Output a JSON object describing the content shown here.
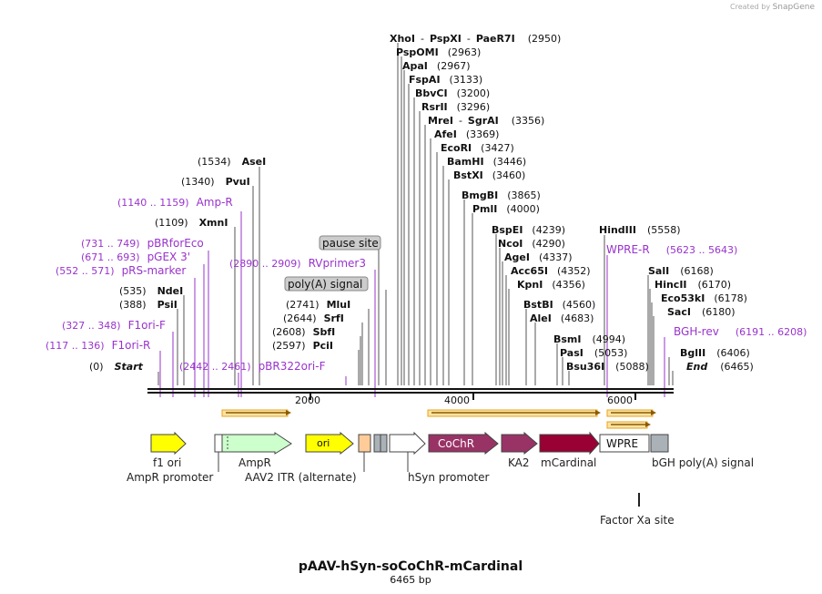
{
  "header": {
    "created_by": "Created by",
    "brand": "SnapGene"
  },
  "title": "pAAV-hSyn-soCoChR-mCardinal",
  "subtitle": "6465 bp",
  "ruler_ticks": [
    "2000",
    "4000",
    "6000"
  ],
  "colors": {
    "primer": "#9933cc",
    "feature_label": "#222222",
    "backbone": "#111111",
    "primer_arrow": "#e8a317"
  },
  "sites": [
    {
      "pos": "(2950)",
      "parts": [
        "XhoI",
        "-",
        "PspXI",
        "-",
        "PaeR7I"
      ]
    },
    {
      "pos": "(2963)",
      "parts": [
        "PspOMI"
      ]
    },
    {
      "pos": "(2967)",
      "parts": [
        "ApaI"
      ]
    },
    {
      "pos": "(3133)",
      "parts": [
        "FspAI"
      ]
    },
    {
      "pos": "(3200)",
      "parts": [
        "BbvCI"
      ]
    },
    {
      "pos": "(3296)",
      "parts": [
        "RsrII"
      ]
    },
    {
      "pos": "(3356)",
      "parts": [
        "MreI",
        "-",
        "SgrAI"
      ]
    },
    {
      "pos": "(3369)",
      "parts": [
        "AfeI"
      ]
    },
    {
      "pos": "(3427)",
      "parts": [
        "EcoRI"
      ]
    },
    {
      "pos": "(3446)",
      "parts": [
        "BamHI"
      ]
    },
    {
      "pos": "(3460)",
      "parts": [
        "BstXI"
      ]
    },
    {
      "pos": "(3865)",
      "parts": [
        "BmgBI"
      ]
    },
    {
      "pos": "(4000)",
      "parts": [
        "PmlI"
      ]
    },
    {
      "pos": "(4239)",
      "parts": [
        "BspEI"
      ]
    },
    {
      "pos": "(4290)",
      "parts": [
        "NcoI"
      ]
    },
    {
      "pos": "(4337)",
      "parts": [
        "AgeI"
      ]
    },
    {
      "pos": "(4352)",
      "parts": [
        "Acc65I"
      ]
    },
    {
      "pos": "(4356)",
      "parts": [
        "KpnI"
      ]
    },
    {
      "pos": "(4560)",
      "parts": [
        "BstBI"
      ]
    },
    {
      "pos": "(4683)",
      "parts": [
        "AleI"
      ]
    },
    {
      "pos": "(4994)",
      "parts": [
        "BsmI"
      ]
    },
    {
      "pos": "(5053)",
      "parts": [
        "PasI"
      ]
    },
    {
      "pos": "(5088)",
      "parts": [
        "Bsu36I"
      ]
    },
    {
      "pos": "(5558)",
      "parts": [
        "HindIII"
      ]
    },
    {
      "pos": "(6168)",
      "parts": [
        "SalI"
      ]
    },
    {
      "pos": "(6170)",
      "parts": [
        "HincII"
      ]
    },
    {
      "pos": "(6178)",
      "parts": [
        "Eco53kI"
      ]
    },
    {
      "pos": "(6180)",
      "parts": [
        "SacI"
      ]
    },
    {
      "pos": "(6406)",
      "parts": [
        "BglII"
      ]
    },
    {
      "pos": "(6465)",
      "parts": [
        "End"
      ]
    },
    {
      "pos": "(1534)",
      "parts": [
        "AseI"
      ]
    },
    {
      "pos": "(1340)",
      "parts": [
        "PvuI"
      ]
    },
    {
      "pos": "(1109)",
      "parts": [
        "XmnI"
      ]
    },
    {
      "pos": "(535)",
      "parts": [
        "NdeI"
      ]
    },
    {
      "pos": "(388)",
      "parts": [
        "PsiI"
      ]
    },
    {
      "pos": "(0)",
      "parts": [
        "Start"
      ]
    },
    {
      "pos": "(2741)",
      "parts": [
        "MluI"
      ]
    },
    {
      "pos": "(2644)",
      "parts": [
        "SrfI"
      ]
    },
    {
      "pos": "(2608)",
      "parts": [
        "SbfI"
      ]
    },
    {
      "pos": "(2597)",
      "parts": [
        "PciI"
      ]
    }
  ],
  "primers": [
    {
      "range": "(1140 .. 1159)",
      "name": "Amp-R"
    },
    {
      "range": "(731 .. 749)",
      "name": "pBRforEco"
    },
    {
      "range": "(671 .. 693)",
      "name": "pGEX 3'"
    },
    {
      "range": "(552 .. 571)",
      "name": "pRS-marker"
    },
    {
      "range": "(327 .. 348)",
      "name": "F1ori-F"
    },
    {
      "range": "(117 .. 136)",
      "name": "F1ori-R"
    },
    {
      "range": "(2442 .. 2461)",
      "name": "pBR322ori-F"
    },
    {
      "range": "(2890 .. 2909)",
      "name": "RVprimer3"
    },
    {
      "range": "(5623 .. 5643)",
      "name": "WPRE-R"
    },
    {
      "range": "(6191 .. 6208)",
      "name": "BGH-rev"
    }
  ],
  "boxed_labels": [
    "pause site",
    "poly(A) signal"
  ],
  "features": [
    {
      "name": "f1 ori",
      "color": "#ffff00"
    },
    {
      "name": "AmpR promoter",
      "color": "#ffffff"
    },
    {
      "name": "AmpR",
      "color": "#ccffcc"
    },
    {
      "name": "ori",
      "color": "#ffff00"
    },
    {
      "name": "AAV2 ITR (alternate)",
      "color": "#ffcc99"
    },
    {
      "name": "hSyn promoter",
      "color": "#ffffff"
    },
    {
      "name": "CoChR",
      "color": "#993366"
    },
    {
      "name": "KA2",
      "color": "#993366"
    },
    {
      "name": "mCardinal",
      "color": "#990033"
    },
    {
      "name": "WPRE",
      "color": "#ffffff"
    },
    {
      "name": "bGH poly(A) signal",
      "color": "#aab2b7"
    },
    {
      "name": "Factor Xa site",
      "color": "#222222"
    }
  ]
}
